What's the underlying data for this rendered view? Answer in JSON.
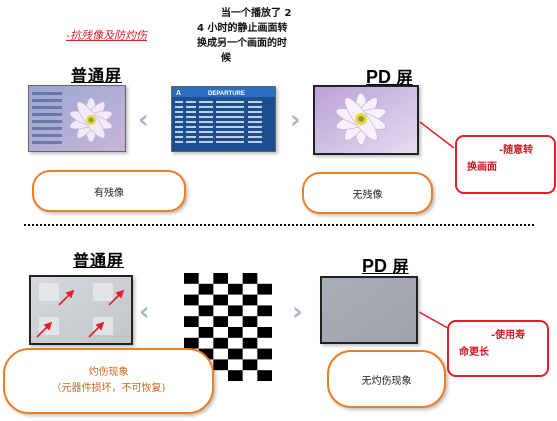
{
  "top": {
    "section_title": "-抗残像及防灼伤",
    "center_caption_lines": [
      "当一个播放了 2",
      "4 小时的静止画面转",
      "换成另一个画面的时",
      "候"
    ],
    "normal_label": "普通屏",
    "pd_prefix": "PD",
    "pd_suffix": "屏",
    "departure_title": "DEPARTURE",
    "departure_gate": "A",
    "left_result": "有残像",
    "right_result": "无残像",
    "callout_lines": [
      "-随意转",
      "换画面"
    ]
  },
  "bottom": {
    "normal_label": "普通屏",
    "pd_prefix": "PD",
    "pd_suffix": "屏",
    "left_result_line1": "灼伤现象",
    "left_result_line2": "（元器件损坏，不可恢复)",
    "right_result": "无灼伤现象",
    "callout_lines": [
      "-使用寿",
      "命更长"
    ]
  },
  "colors": {
    "accent_red": "#e0202a",
    "pill_orange": "#ef7d22",
    "board_blue": "#1d4f8e",
    "chevron_gray": "#a9b7c8"
  }
}
